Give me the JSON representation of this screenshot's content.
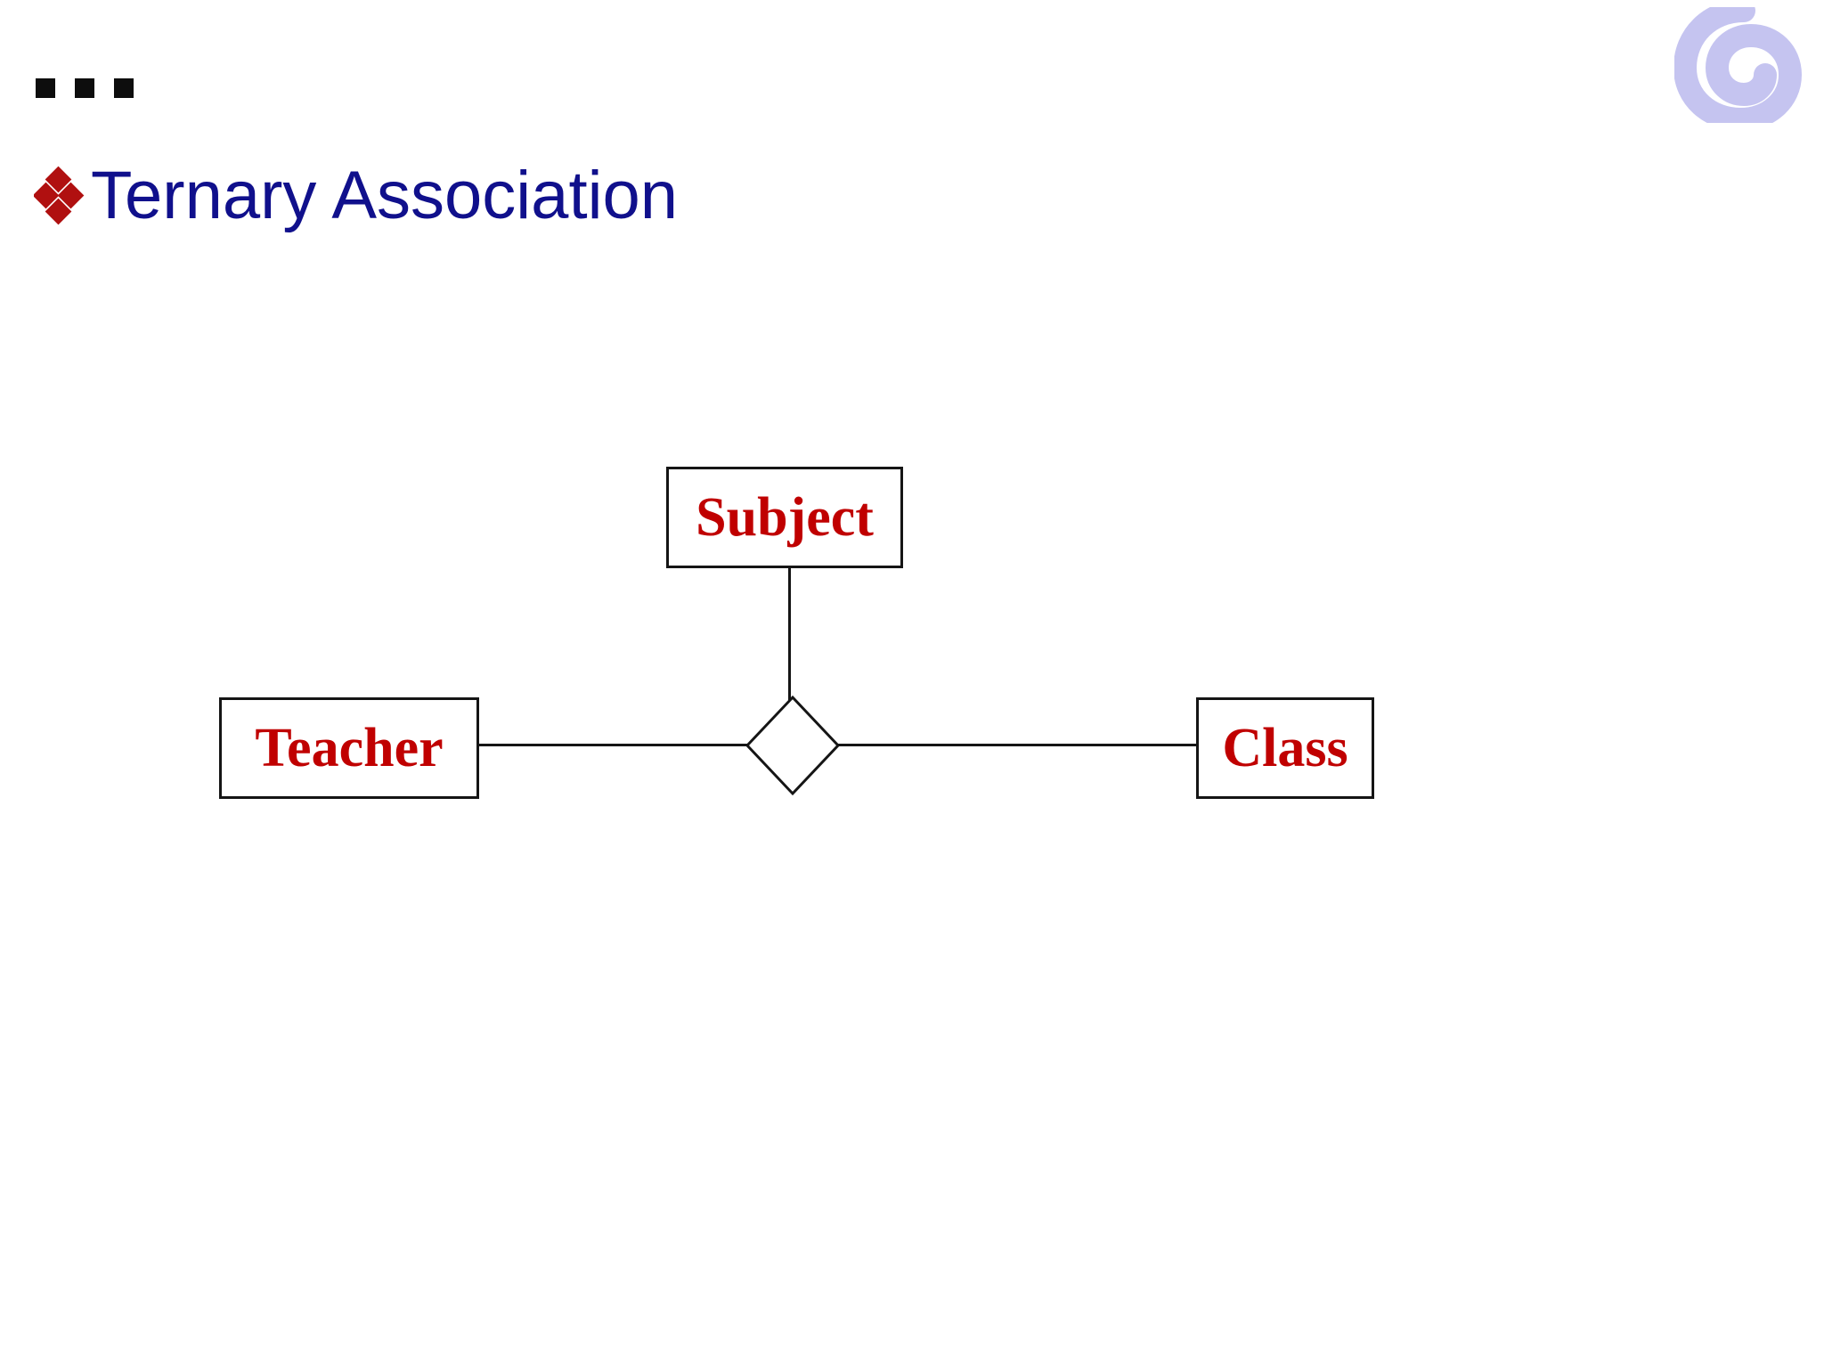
{
  "slide": {
    "continuation_marker": "...",
    "title": "Ternary Association",
    "bullet_icon": "diamond-cluster-bullet-icon",
    "logo_icon": "spiral-swirl-logo-icon",
    "background_color": "#ffffff"
  },
  "colors": {
    "title_text": "#10108c",
    "bullet": "#b01010",
    "entity_text": "#c00000",
    "shape_stroke": "#151515",
    "logo": "#c5c4f0",
    "ellipsis": "#0d0d0d"
  },
  "diagram": {
    "type": "entity-relationship",
    "caption": "Ternary Association",
    "relationship": {
      "name": "",
      "shape": "diamond",
      "label": "",
      "degree": 3
    },
    "entities": [
      {
        "id": "subject",
        "label": "Subject",
        "position": "top"
      },
      {
        "id": "teacher",
        "label": "Teacher",
        "position": "left"
      },
      {
        "id": "class",
        "label": "Class",
        "position": "right"
      }
    ],
    "connectors": [
      {
        "from": "subject",
        "to": "relationship",
        "orientation": "vertical"
      },
      {
        "from": "teacher",
        "to": "relationship",
        "orientation": "horizontal"
      },
      {
        "from": "relationship",
        "to": "class",
        "orientation": "horizontal"
      }
    ]
  }
}
